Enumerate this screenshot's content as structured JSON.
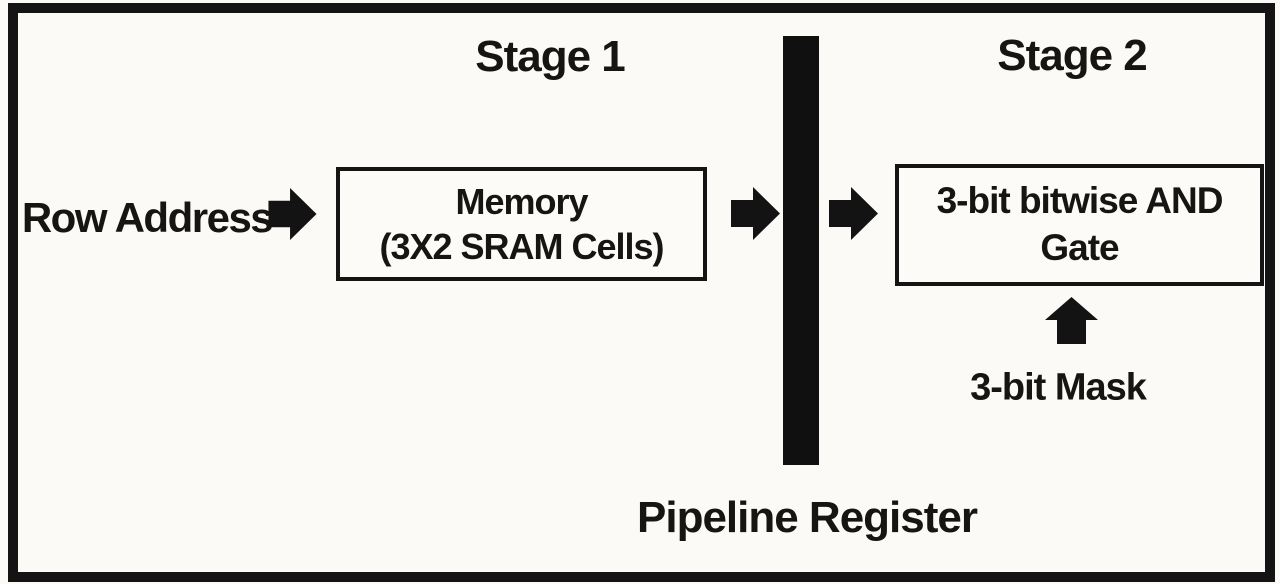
{
  "figure": {
    "stage1_label": "Stage 1",
    "stage2_label": "Stage 2",
    "row_address_label": "Row Address",
    "memory_box": {
      "line1": "Memory",
      "line2": "(3X2 SRAM Cells)"
    },
    "and_gate_box": {
      "line1": "3-bit bitwise AND",
      "line2": "Gate"
    },
    "mask_label": "3-bit Mask",
    "pipeline_register_label": "Pipeline Register",
    "icons": {
      "flow_arrows": "arrow-right-icon",
      "mask_arrow": "arrow-up-icon"
    },
    "colors": {
      "ink": "#141414",
      "paper": "#fbfaf7"
    }
  }
}
